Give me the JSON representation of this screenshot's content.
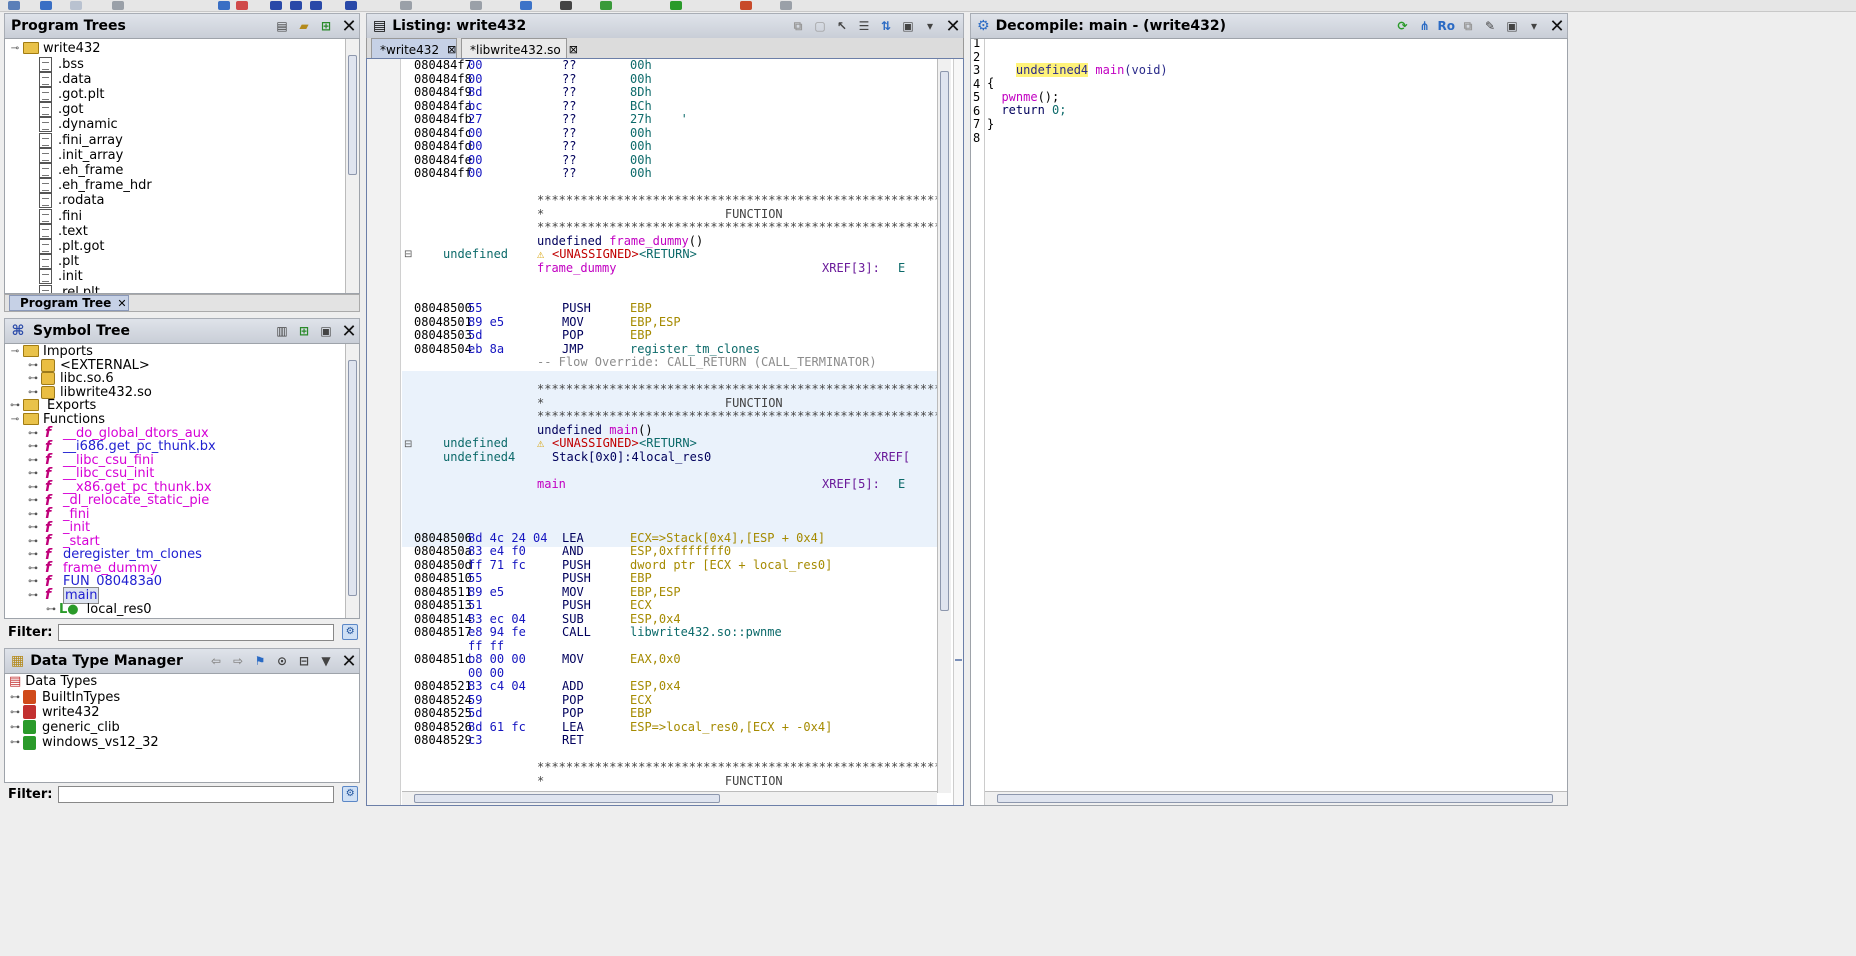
{
  "program_trees": {
    "title": "Program Trees",
    "root": "write432",
    "sections": [
      ".bss",
      ".data",
      ".got.plt",
      ".got",
      ".dynamic",
      ".fini_array",
      ".init_array",
      ".eh_frame",
      ".eh_frame_hdr",
      ".rodata",
      ".fini",
      ".text",
      ".plt.got",
      ".plt",
      ".init",
      ".rel.plt"
    ],
    "tab_label": "Program Tree",
    "tab_close": "✕"
  },
  "symbol_tree": {
    "title": "Symbol Tree",
    "imports_label": "Imports",
    "imports": [
      "<EXTERNAL>",
      "libc.so.6",
      "libwrite432.so"
    ],
    "exports_label": "Exports",
    "functions_label": "Functions",
    "functions": [
      {
        "name": "__do_global_dtors_aux",
        "color": "#d600d6"
      },
      {
        "name": "__i686.get_pc_thunk.bx",
        "color": "#1f1fd0"
      },
      {
        "name": "__libc_csu_fini",
        "color": "#d600d6"
      },
      {
        "name": "__libc_csu_init",
        "color": "#d600d6"
      },
      {
        "name": "__x86.get_pc_thunk.bx",
        "color": "#d600d6"
      },
      {
        "name": "_dl_relocate_static_pie",
        "color": "#d600d6"
      },
      {
        "name": "_fini",
        "color": "#d600d6"
      },
      {
        "name": "_init",
        "color": "#d600d6"
      },
      {
        "name": "_start",
        "color": "#d600d6"
      },
      {
        "name": "deregister_tm_clones",
        "color": "#1f1fd0"
      },
      {
        "name": "frame_dummy",
        "color": "#d600d6"
      },
      {
        "name": "FUN_080483a0",
        "color": "#1f1fd0"
      },
      {
        "name": "main",
        "color": "#1f1fd0"
      }
    ],
    "local_var": "local_res0",
    "filter_label": "Filter:"
  },
  "data_type_manager": {
    "title": "Data Type Manager",
    "root": "Data Types",
    "items": [
      "BuiltInTypes",
      "write432",
      "generic_clib",
      "windows_vs12_32"
    ],
    "filter_label": "Filter:"
  },
  "listing": {
    "title": "Listing:  write432",
    "tabs": [
      "*write432",
      "*libwrite432.so"
    ],
    "rows_top": [
      {
        "addr": "080484f7",
        "bytes": "00",
        "mn": "??",
        "op": "00h"
      },
      {
        "addr": "080484f8",
        "bytes": "00",
        "mn": "??",
        "op": "00h"
      },
      {
        "addr": "080484f9",
        "bytes": "8d",
        "mn": "??",
        "op": "8Dh"
      },
      {
        "addr": "080484fa",
        "bytes": "bc",
        "mn": "??",
        "op": "BCh"
      },
      {
        "addr": "080484fb",
        "bytes": "27",
        "mn": "??",
        "op": "27h    '"
      },
      {
        "addr": "080484fc",
        "bytes": "00",
        "mn": "??",
        "op": "00h"
      },
      {
        "addr": "080484fd",
        "bytes": "00",
        "mn": "??",
        "op": "00h"
      },
      {
        "addr": "080484fe",
        "bytes": "00",
        "mn": "??",
        "op": "00h"
      },
      {
        "addr": "080484ff",
        "bytes": "00",
        "mn": "??",
        "op": "00h"
      }
    ],
    "stars": "**************************************************************",
    "function_banner": "*                         FUNCTION                            *",
    "f1": {
      "ret_type": "undefined",
      "sig_prefix": "undefined ",
      "sig_name": "frame_dummy",
      "sig_suffix": "()",
      "unassigned": "<UNASSIGNED>",
      "return": "<RETURN>",
      "label": "frame_dummy",
      "xref": "XREF[3]:",
      "xref_tail": "E"
    },
    "rows_f1": [
      {
        "addr": "08048500",
        "bytes": "55",
        "mn": "PUSH",
        "op": "EBP"
      },
      {
        "addr": "08048501",
        "bytes": "89 e5",
        "mn": "MOV",
        "op": "EBP,ESP"
      },
      {
        "addr": "08048503",
        "bytes": "5d",
        "mn": "POP",
        "op": "EBP"
      },
      {
        "addr": "08048504",
        "bytes": "eb 8a",
        "mn": "JMP",
        "op": "register_tm_clones"
      }
    ],
    "flow_override": "-- Flow Override: CALL_RETURN (CALL_TERMINATOR)",
    "f2": {
      "ret_type": "undefined",
      "sig_prefix": "undefined ",
      "sig_name": "main",
      "sig_suffix": "()",
      "unassigned": "<UNASSIGNED>",
      "return": "<RETURN>",
      "local_type": "undefined4",
      "local_stack": "Stack[0x0]:4",
      "local_name": "local_res0",
      "local_xref": "XREF[",
      "label": "main",
      "xref": "XREF[5]:",
      "xref_tail": "E"
    },
    "rows_main": [
      {
        "addr": "08048506",
        "bytes": "8d 4c 24 04",
        "mn": "LEA",
        "op": "ECX=>Stack[0x4],[ESP + 0x4]"
      },
      {
        "addr": "0804850a",
        "bytes": "83 e4 f0",
        "mn": "AND",
        "op": "ESP,0xfffffff0"
      },
      {
        "addr": "0804850d",
        "bytes": "ff 71 fc",
        "mn": "PUSH",
        "op": "dword ptr [ECX + local_res0]"
      },
      {
        "addr": "08048510",
        "bytes": "55",
        "mn": "PUSH",
        "op": "EBP"
      },
      {
        "addr": "08048511",
        "bytes": "89 e5",
        "mn": "MOV",
        "op": "EBP,ESP"
      },
      {
        "addr": "08048513",
        "bytes": "51",
        "mn": "PUSH",
        "op": "ECX"
      },
      {
        "addr": "08048514",
        "bytes": "83 ec 04",
        "mn": "SUB",
        "op": "ESP,0x4"
      },
      {
        "addr": "08048517",
        "bytes": "e8 94 fe",
        "mn": "CALL",
        "op": "libwrite432.so::pwnme"
      },
      {
        "addr": "",
        "bytes": "ff ff",
        "mn": "",
        "op": ""
      },
      {
        "addr": "0804851c",
        "bytes": "b8 00 00",
        "mn": "MOV",
        "op": "EAX,0x0"
      },
      {
        "addr": "",
        "bytes": "00 00",
        "mn": "",
        "op": ""
      },
      {
        "addr": "08048521",
        "bytes": "83 c4 04",
        "mn": "ADD",
        "op": "ESP,0x4"
      },
      {
        "addr": "08048524",
        "bytes": "59",
        "mn": "POP",
        "op": "ECX"
      },
      {
        "addr": "08048525",
        "bytes": "5d",
        "mn": "POP",
        "op": "EBP"
      },
      {
        "addr": "08048526",
        "bytes": "8d 61 fc",
        "mn": "LEA",
        "op": "ESP=>local_res0,[ECX + -0x4]"
      },
      {
        "addr": "08048529",
        "bytes": "c3",
        "mn": "RET",
        "op": ""
      }
    ]
  },
  "decompile": {
    "title": "Decompile: main -  (write432)",
    "ro_label": "Ro",
    "line_numbers": [
      "1",
      "2",
      "3",
      "4",
      "5",
      "6",
      "7",
      "8"
    ],
    "sig_type": "undefined4",
    "sig_name": "main",
    "sig_args": "(void)",
    "open_brace": "{",
    "call": "pwnme",
    "call_suffix": "();",
    "ret_kw": "return",
    "ret_val": "0;",
    "close_brace": "}"
  }
}
